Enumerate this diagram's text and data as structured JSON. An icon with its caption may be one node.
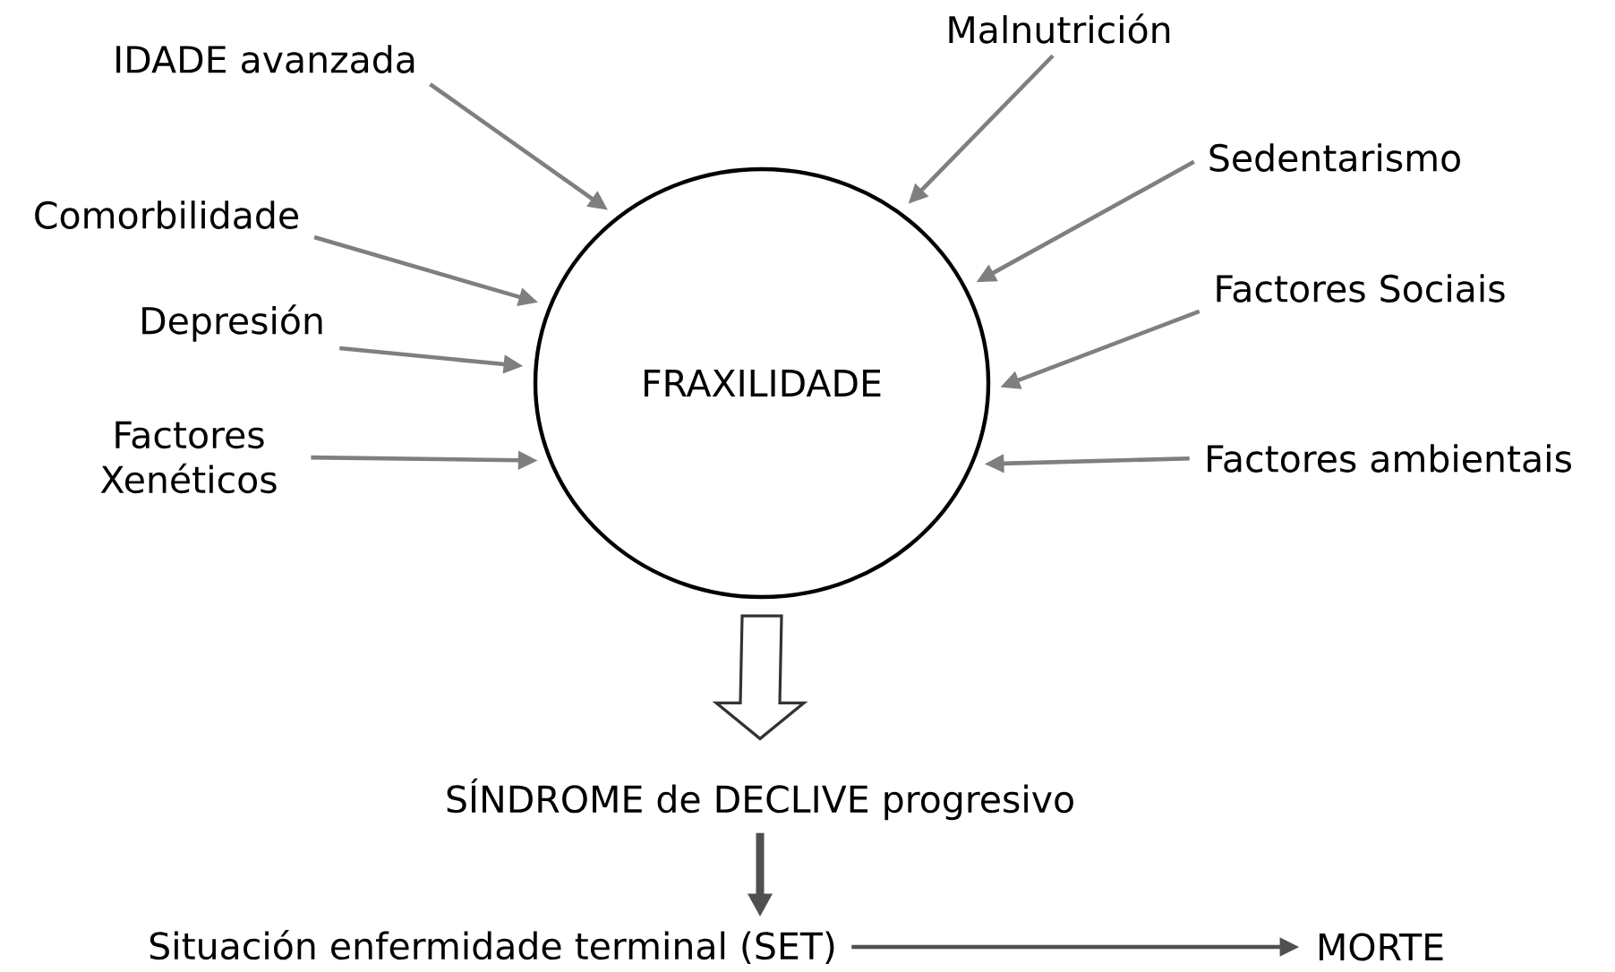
{
  "diagram": {
    "nodes": [
      {
        "text": [
          "FRAXILIDADE"
        ]
      },
      {
        "text": [
          "IDADE avanzada"
        ]
      },
      {
        "text": [
          "Malnutrición"
        ]
      },
      {
        "text": [
          "Comorbilidade"
        ]
      },
      {
        "text": [
          "Sedentarismo"
        ]
      },
      {
        "text": [
          "Depresión"
        ]
      },
      {
        "text": [
          "Factores Sociais"
        ]
      },
      {
        "text": [
          "Factores Xenéticos"
        ]
      },
      {
        "text": [
          "Factores ambientais"
        ]
      },
      {
        "text": [
          "SÍNDROME de DECLIVE progresivo"
        ]
      },
      {
        "text": [
          "Situación enfermidade terminal (SET)"
        ]
      },
      {
        "text": [
          "MORTE"
        ]
      }
    ],
    "edges": [
      {
        "from": 1,
        "to": 0,
        "arrow": "to"
      },
      {
        "from": 2,
        "to": 0,
        "arrow": "to"
      },
      {
        "from": 3,
        "to": 0,
        "arrow": "to"
      },
      {
        "from": 4,
        "to": 0,
        "arrow": "to"
      },
      {
        "from": 5,
        "to": 0,
        "arrow": "to"
      },
      {
        "from": 6,
        "to": 0,
        "arrow": "to"
      },
      {
        "from": 7,
        "to": 0,
        "arrow": "to"
      },
      {
        "from": 8,
        "to": 0,
        "arrow": "to"
      },
      {
        "from": 0,
        "to": 9,
        "arrow": "to",
        "style": "thick",
        "color": "#333333"
      },
      {
        "from": 9,
        "to": 10,
        "arrow": "to",
        "style": "thick",
        "color": "#505050"
      },
      {
        "from": 10,
        "to": 11,
        "arrow": "to",
        "color": "#505050"
      }
    ]
  }
}
